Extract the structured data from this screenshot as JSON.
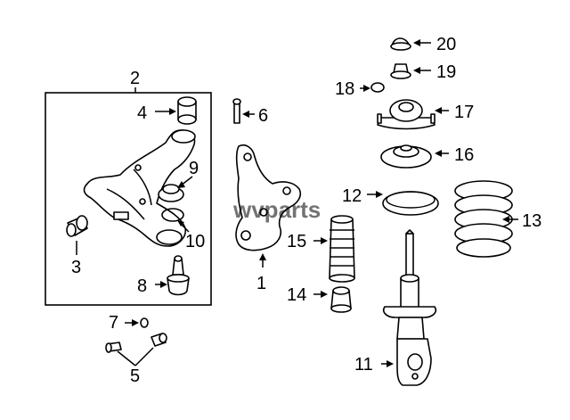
{
  "diagram": {
    "watermark": "wvparts",
    "callouts": [
      "1",
      "2",
      "3",
      "4",
      "5",
      "6",
      "7",
      "8",
      "9",
      "10",
      "11",
      "12",
      "13",
      "14",
      "15",
      "16",
      "17",
      "18",
      "19",
      "20"
    ]
  }
}
